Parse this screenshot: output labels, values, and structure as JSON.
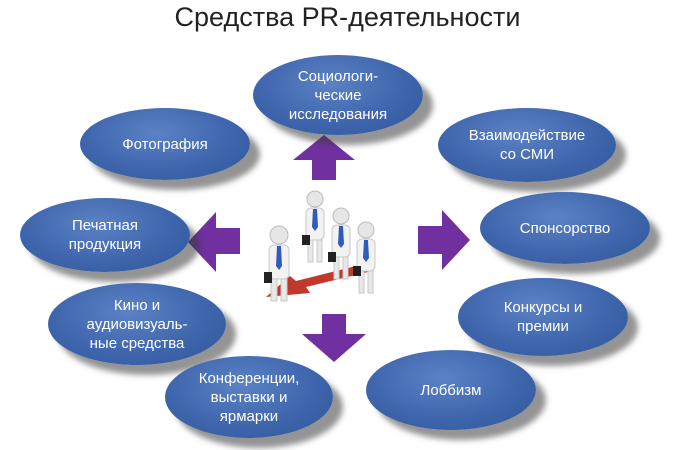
{
  "title": "Средства PR-деятельности",
  "nodes": [
    {
      "id": "sociology",
      "label": "Социологи-\nческие\nисследования"
    },
    {
      "id": "photo",
      "label": "Фотография"
    },
    {
      "id": "media",
      "label": "Взаимодействие\nсо  СМИ"
    },
    {
      "id": "print",
      "label": "Печатная\nпродукция"
    },
    {
      "id": "sponsor",
      "label": "Спонсорство"
    },
    {
      "id": "cinema",
      "label": "Кино и\nаудиовизуаль-\nные средства"
    },
    {
      "id": "contests",
      "label": "Конкурсы и\nпремии"
    },
    {
      "id": "conferences",
      "label": "Конференции,\nвыставки и\nярмарки"
    },
    {
      "id": "lobby",
      "label": "Лоббизм"
    }
  ],
  "colors": {
    "ellipse": "#3f66ad",
    "arrow": "#7030a0",
    "red_arrow": "#c0392b",
    "tie": "#2f5bbf"
  },
  "center_icon": "business-people-group-icon"
}
